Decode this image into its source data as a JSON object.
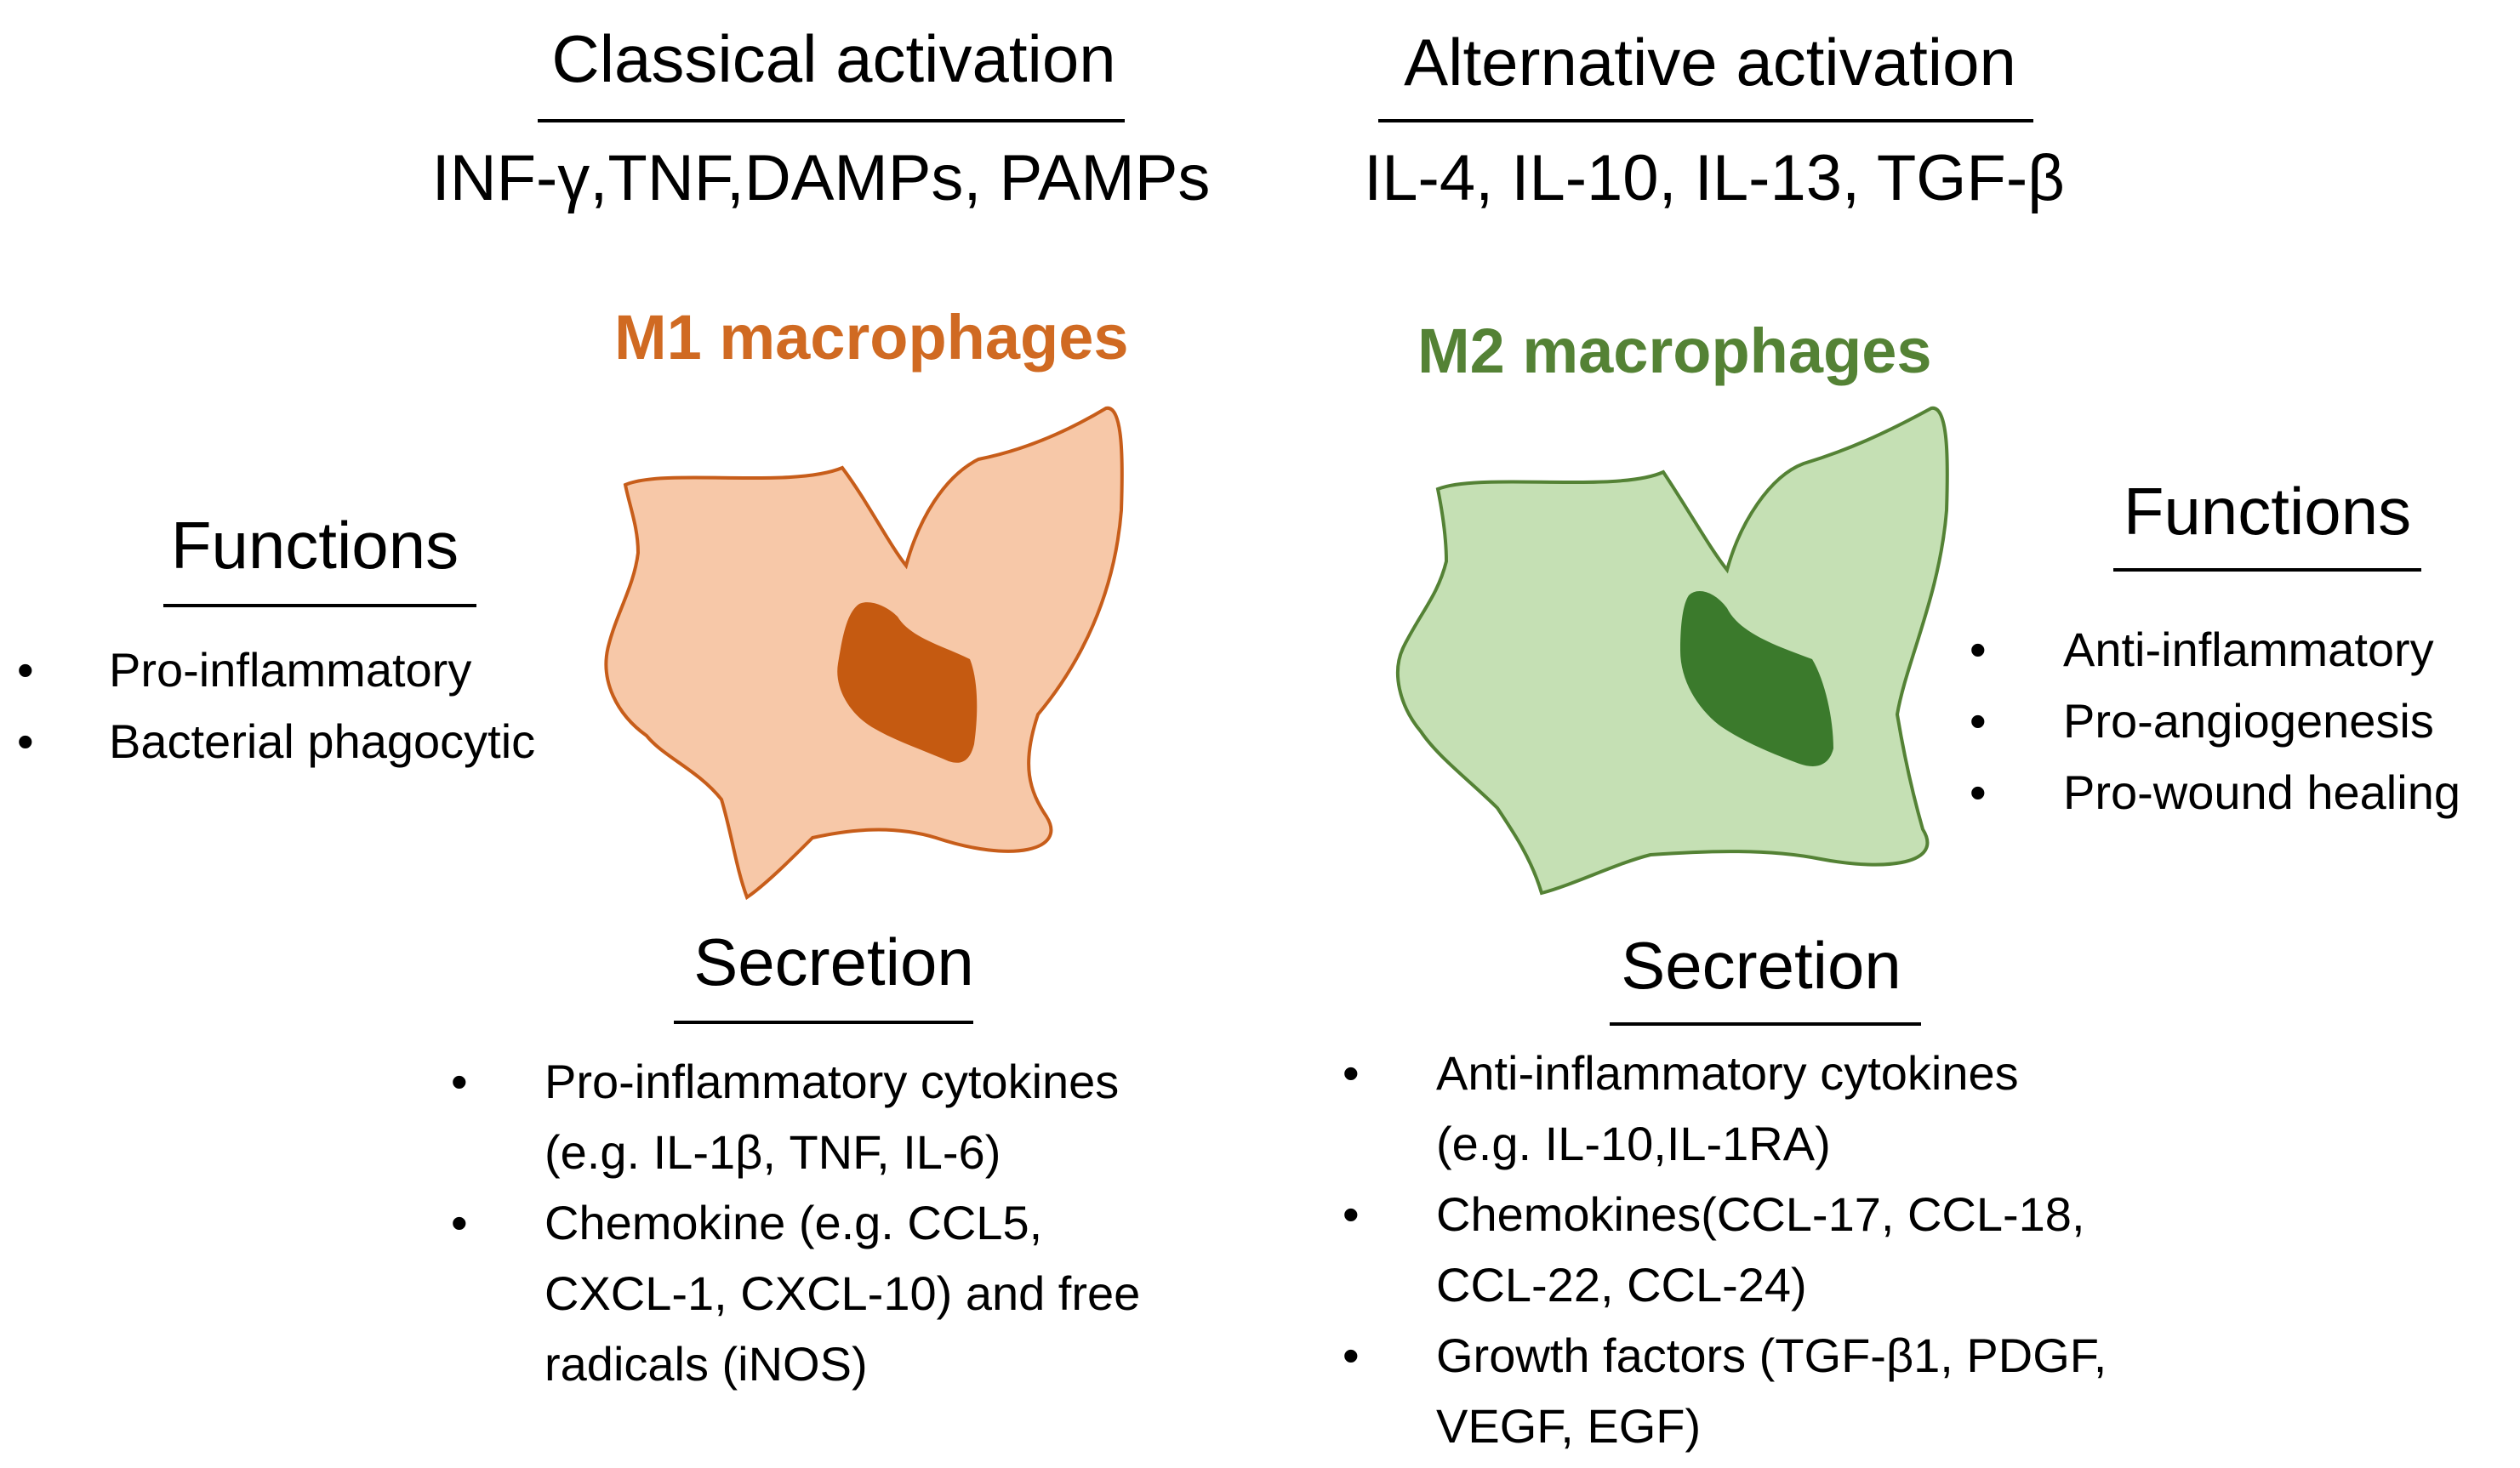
{
  "m1": {
    "activation_heading": "Classical activation",
    "stimuli": "INF-γ,TNF,DAMPs, PAMPs",
    "title": "M1 macrophages",
    "title_color": "#d06a22",
    "cell_fill": "#f7c8a8",
    "cell_stroke": "#c75d1a",
    "nucleus_color": "#c55a11",
    "functions_heading": "Functions",
    "functions": [
      "Pro-inflammatory",
      "Bacterial phagocytic"
    ],
    "secretion_heading": "Secretion",
    "secretion": [
      {
        "line1": "Pro-inflammatory cytokines",
        "line2": "(e.g. IL-1β, TNF, IL-6)",
        "line3": ""
      },
      {
        "line1": "Chemokine  (e.g. CCL5,",
        "line2": "CXCL-1, CXCL-10) and free",
        "line3": "radicals (iNOS)"
      }
    ]
  },
  "m2": {
    "activation_heading": "Alternative activation",
    "stimuli": "IL-4, IL-10, IL-13, TGF-β",
    "title": "M2 macrophages",
    "title_color": "#548235",
    "cell_fill": "#c5e0b4",
    "cell_stroke": "#548235",
    "nucleus_color": "#3b7a2c",
    "functions_heading": "Functions",
    "functions": [
      "Anti-inflammatory",
      "Pro-angiogenesis",
      "Pro-wound healing"
    ],
    "secretion_heading": "Secretion",
    "secretion": [
      {
        "line1": "Anti-inflammatory cytokines",
        "line2": "(e.g. IL-10,IL-1RA)"
      },
      {
        "line1": "Chemokines(CCL-17,  CCL-18,",
        "line2": "CCL-22, CCL-24)"
      },
      {
        "line1": "Growth factors (TGF-β1, PDGF,",
        "line2": "VEGF, EGF)"
      }
    ]
  },
  "bullet_char": "•"
}
